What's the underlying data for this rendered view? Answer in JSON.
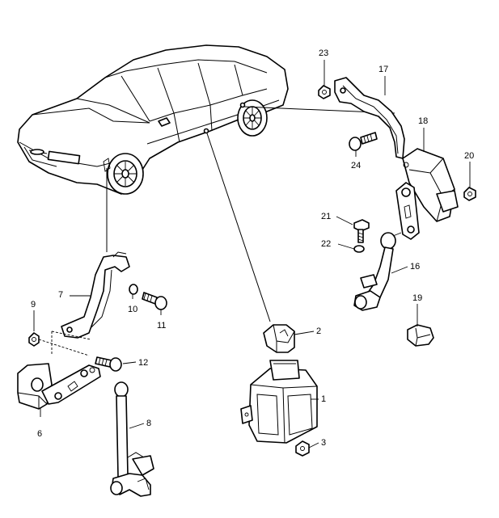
{
  "callouts": [
    {
      "id": "c1",
      "label": "1"
    },
    {
      "id": "c2",
      "label": "2"
    },
    {
      "id": "c3",
      "label": "3"
    },
    {
      "id": "c6",
      "label": "6"
    },
    {
      "id": "c7",
      "label": "7"
    },
    {
      "id": "c8",
      "label": "8"
    },
    {
      "id": "c9",
      "label": "9"
    },
    {
      "id": "c10",
      "label": "10"
    },
    {
      "id": "c11",
      "label": "11"
    },
    {
      "id": "c12",
      "label": "12"
    },
    {
      "id": "c16",
      "label": "16"
    },
    {
      "id": "c17",
      "label": "17"
    },
    {
      "id": "c18",
      "label": "18"
    },
    {
      "id": "c19",
      "label": "19"
    },
    {
      "id": "c20",
      "label": "20"
    },
    {
      "id": "c21",
      "label": "21"
    },
    {
      "id": "c22",
      "label": "22"
    },
    {
      "id": "c23",
      "label": "23"
    },
    {
      "id": "c24",
      "label": "24"
    }
  ]
}
